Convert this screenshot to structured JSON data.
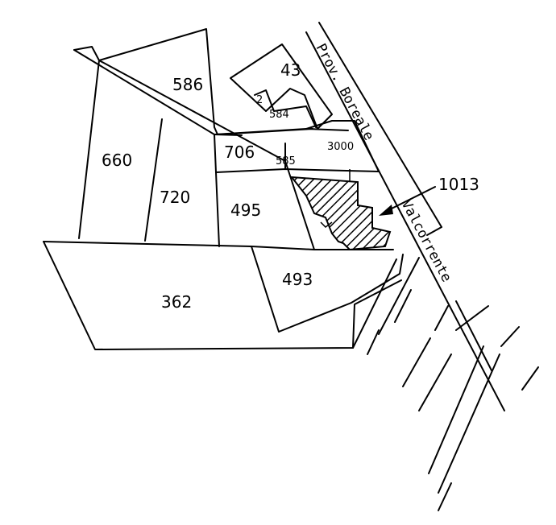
{
  "parcels": {
    "p586": "586",
    "p43": "43",
    "p584": "584",
    "p660": "660",
    "p706": "706",
    "p585": "585",
    "p3000": "3000",
    "p720": "720",
    "p495": "495",
    "p493": "493",
    "p362": "362",
    "p2": "2"
  },
  "callout": {
    "label": "1013"
  },
  "roads": {
    "upper": "Prov. Boreale",
    "lower": "Valcorrente"
  }
}
